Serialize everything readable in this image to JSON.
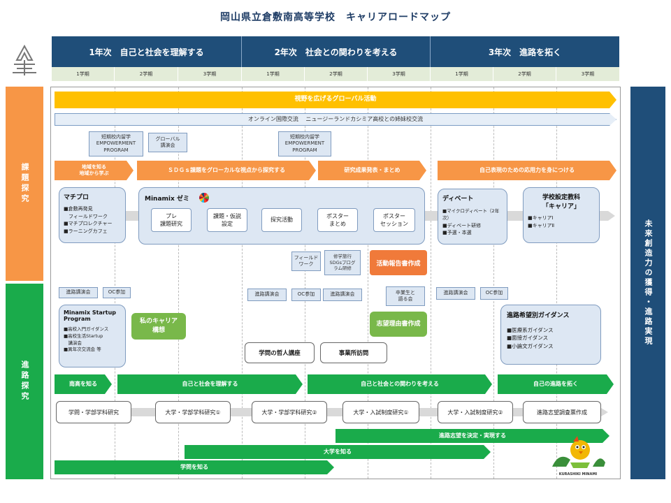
{
  "title": "岡山県立倉敷南高等学校　キャリアロードマップ",
  "years": [
    {
      "label": "1年次　自己と社会を理解する"
    },
    {
      "label": "2年次　社会との関わりを考える"
    },
    {
      "label": "3年次　進路を拓く"
    }
  ],
  "terms": [
    "1学期",
    "2学期",
    "3学期",
    "1学期",
    "2学期",
    "3学期",
    "1学期",
    "2学期",
    "3学期"
  ],
  "side": {
    "left_top": "課題探究",
    "left_bottom": "進路探究",
    "right": "未来創造力の獲得・進路実現"
  },
  "global_arrow": "視野を広げるグローバル活動",
  "online_exchange": "オンライン国際交流　 ニュージーランドカシミア高校との姉妹校交流",
  "empowerment1": "短期校内留学\nEMPOWERMENT\nPROGRAM",
  "global_lecture": "グローバル\n講演会",
  "empowerment2": "短期校内留学\nEMPOWERMENT\nPROGRAM",
  "inquiry_arrows": {
    "a1": "地域を知る\n地域から学ぶ",
    "a2": "ＳＤＧｓ課題をグローカルな視点から探究する",
    "a3": "研究成果発表・まとめ",
    "a4": "自己表現のための応用力を身につける"
  },
  "machipro": {
    "title": "マチプロ",
    "items": [
      "■倉敷再発見",
      "　フィールドワーク",
      "■マチプロレクチャー",
      "■ラーニングカフェ"
    ]
  },
  "minamix": {
    "title": "Minamix ゼミ",
    "steps": [
      "プレ\n課題研究",
      "課題・仮説\n設定",
      "探究活動",
      "ポスター\nまとめ",
      "ポスター\nセッション"
    ]
  },
  "debate": {
    "title": "ディベート",
    "items": [
      "■マイクロディベート（2年次）",
      "■ディベート研修",
      "■予選・本選"
    ]
  },
  "career_subject": {
    "title": "学校設定教科\n「キャリア」",
    "items": [
      "■キャリアⅠ",
      "■キャリアⅡ"
    ]
  },
  "fieldwork": "フィールド\nワーク",
  "sdgs_trip": "修学旅行\nSDGsプログ\nラム研修",
  "activity_report": "活動報告書作成",
  "career_lecture": "進路講演会",
  "oc": "OC参加",
  "graduate_talk": "卒業生と\n語る会",
  "startup": {
    "title": "Minamix Startup\nProgram",
    "items": [
      "■高校入門ガイダンス",
      "■高校生活Startup",
      "　講演会",
      "■異年次交流会 等"
    ]
  },
  "my_career": "私のキャリア\n構想",
  "motivation": "志望理由書作成",
  "philosophy": "学問の哲人講座",
  "office_visit": "事業所訪問",
  "guidance": {
    "title": "進路希望別ガイダンス",
    "items": [
      "■医療系ガイダンス",
      "■面接ガイダンス",
      "■小論文ガイダンス"
    ]
  },
  "career_arrows": {
    "b1": "南高を知る",
    "b2": "自己と社会を理解する",
    "b3": "自己と社会との関わりを考える",
    "b4": "自己の進路を拓く"
  },
  "research_boxes": [
    "学問・学部学科研究",
    "大学・学部学科研究①",
    "大学・学部学科研究②",
    "大学・入試制度研究①",
    "大学・入試制度研究②",
    "進路志望調査票作成"
  ],
  "bottom_arrows": {
    "c1": "進路志望を決定・実現する",
    "c2": "大学を知る",
    "c3": "学問を知る"
  },
  "mascot_caption": "KURASHIKI MINAMI",
  "colors": {
    "navy": "#1f4e79",
    "orange": "#f79646",
    "green": "#1aab4b",
    "yellow": "#ffc000"
  }
}
